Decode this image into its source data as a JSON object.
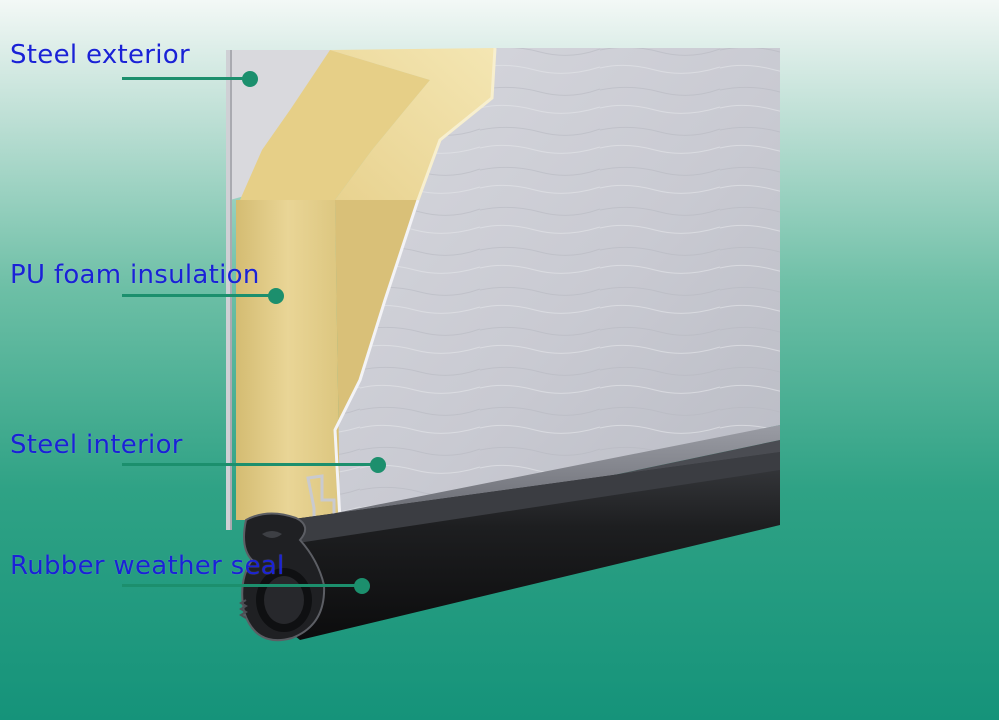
{
  "callouts": [
    {
      "id": "steel-exterior",
      "label": "Steel exterior"
    },
    {
      "id": "pu-foam-insulation",
      "label": "PU foam insulation"
    },
    {
      "id": "steel-interior",
      "label": "Steel interior"
    },
    {
      "id": "rubber-weather-seal",
      "label": "Rubber weather seal"
    }
  ],
  "colors": {
    "label_text": "#1a22d6",
    "leader": "#1c8f6d",
    "foam": "#e4cf8c",
    "steel": "#cfd0d6",
    "rubber": "#1d1e20"
  }
}
